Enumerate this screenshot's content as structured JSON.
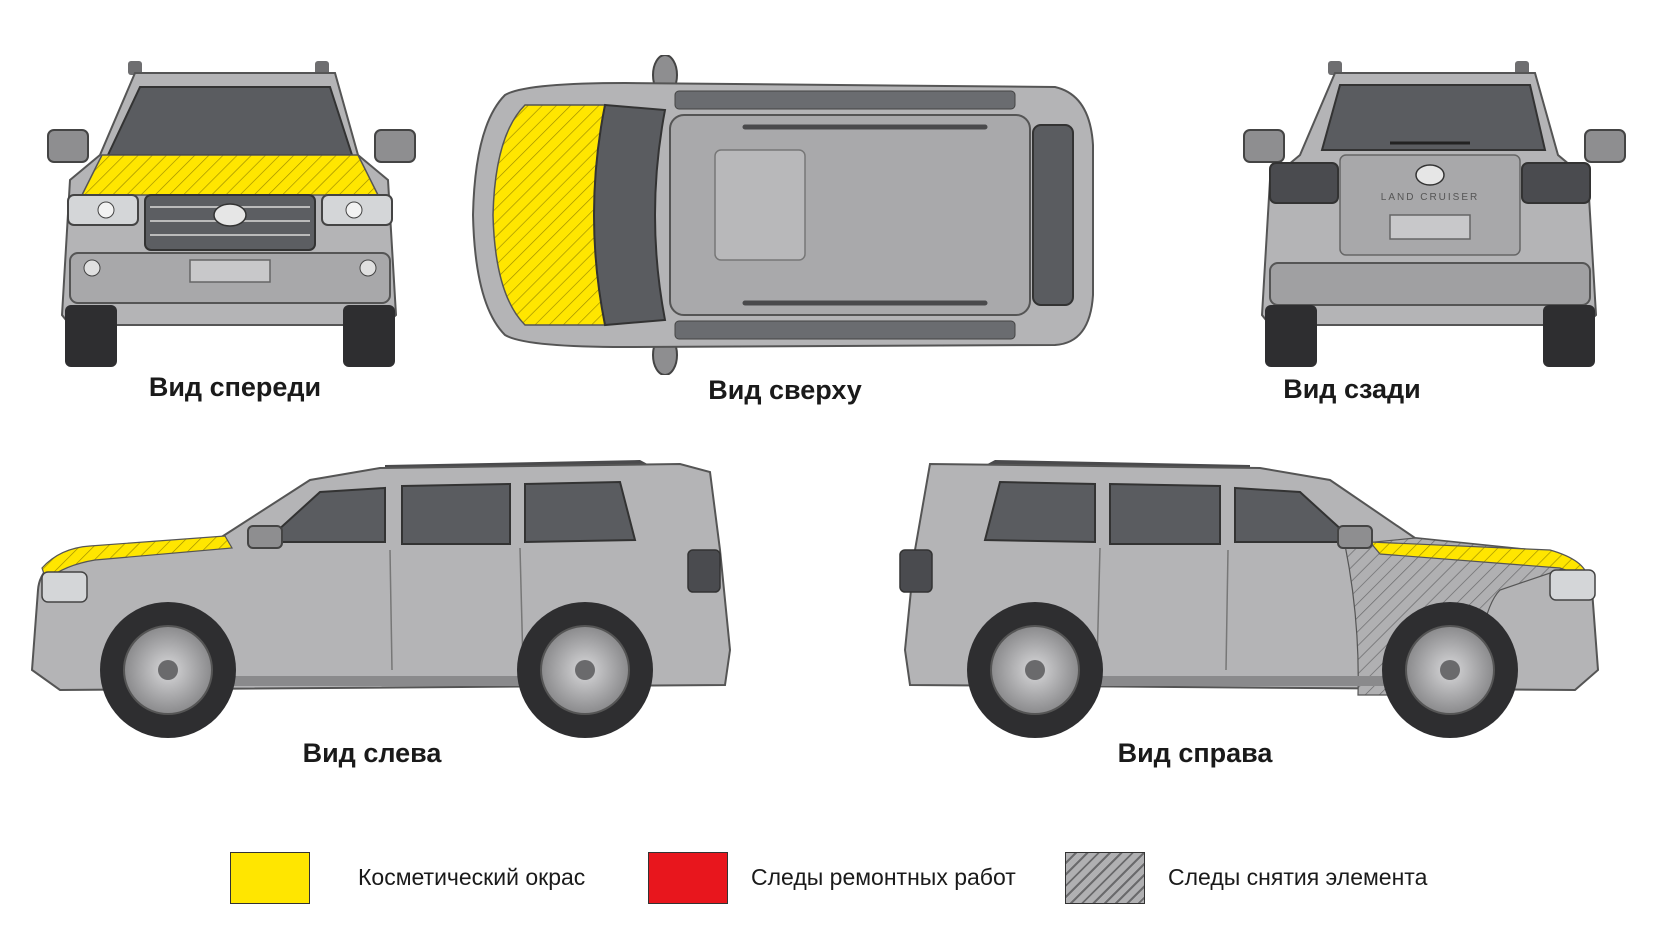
{
  "views": {
    "front": {
      "caption": "Вид спереди"
    },
    "top": {
      "caption": "Вид сверху"
    },
    "rear": {
      "caption": "Вид сзади",
      "badge": "LAND CRUISER"
    },
    "left": {
      "caption": "Вид слева"
    },
    "right": {
      "caption": "Вид справа"
    }
  },
  "legend": [
    {
      "label": "Косметический окрас",
      "color": "#ffe600",
      "pattern": "solid"
    },
    {
      "label": "Следы ремонтных работ",
      "color": "#e8161d",
      "pattern": "solid"
    },
    {
      "label": "Следы снятия элемента",
      "color": "#a8a8a8",
      "pattern": "hatched"
    }
  ],
  "colors": {
    "body": "#b4b4b6",
    "body_dark": "#8e8e90",
    "glass": "#5a5c60",
    "tire": "#2e2e30",
    "cosmetic_paint": "#ffe600",
    "repair_traces": "#e8161d",
    "removal_traces": "#a8a8a8"
  }
}
